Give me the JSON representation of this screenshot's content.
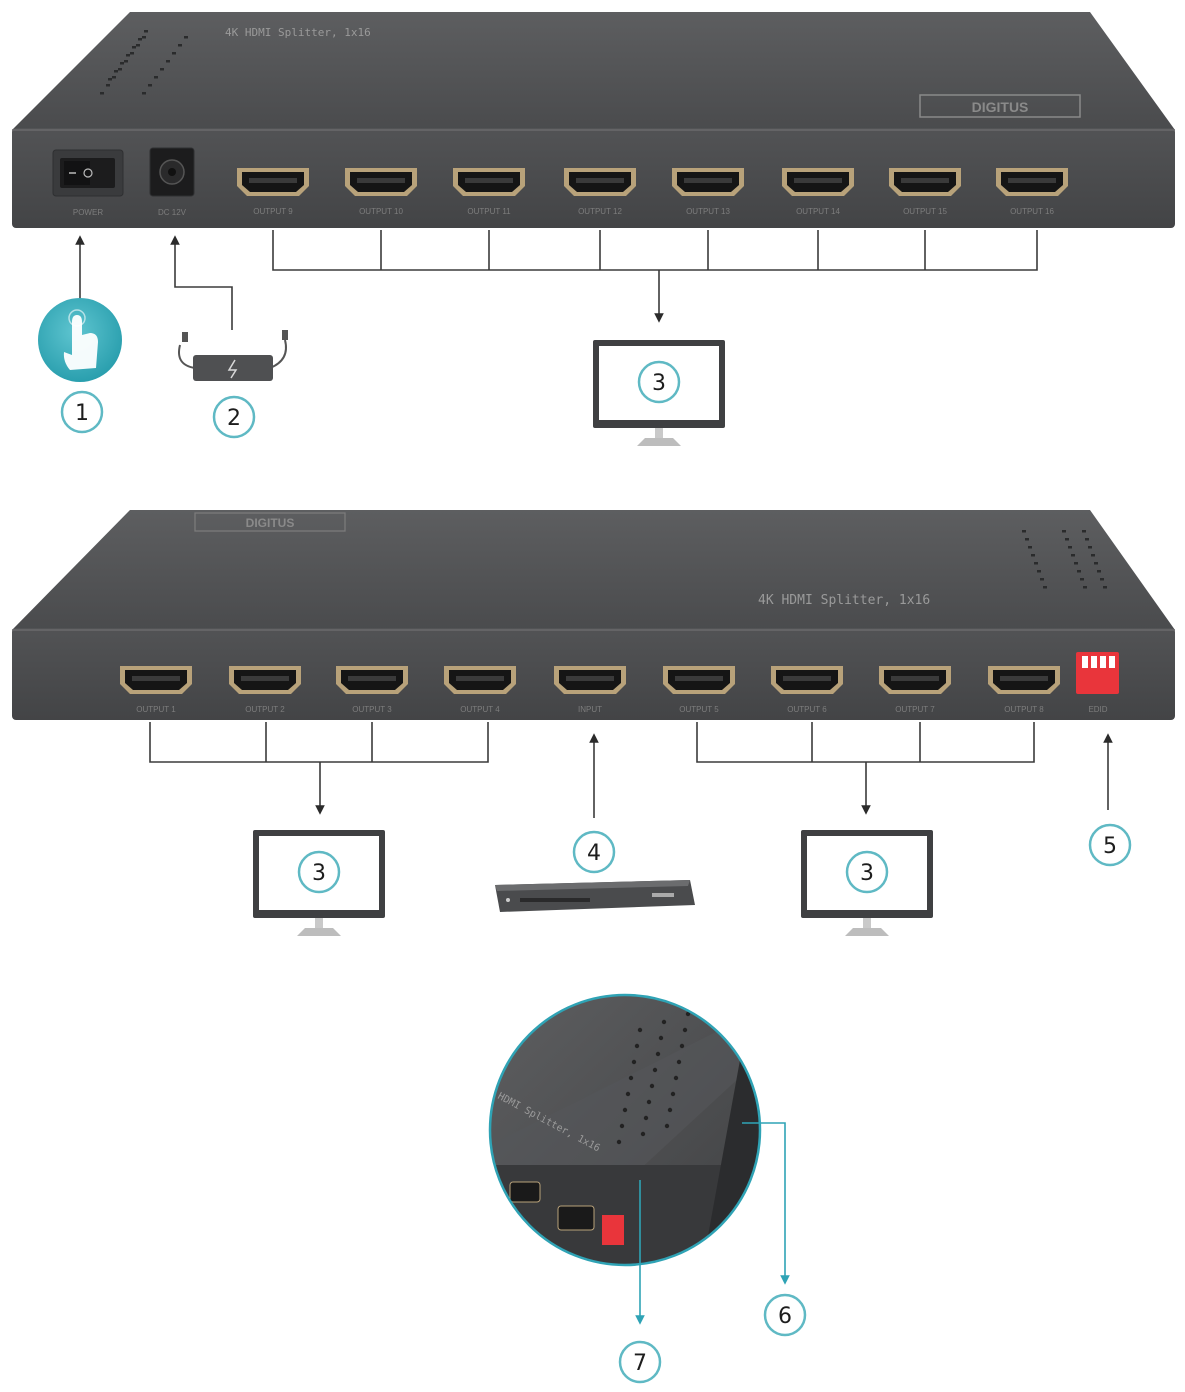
{
  "callouts": {
    "c1": "1",
    "c2": "2",
    "c3": "3",
    "c4": "4",
    "c5": "5",
    "c6": "6",
    "c7": "7"
  },
  "back_panel": {
    "brand": "DIGITUS",
    "title": "4K HDMI Splitter, 1x16",
    "power_label": "POWER",
    "dc_label": "DC 12V",
    "outputs": [
      "OUTPUT 9",
      "OUTPUT 10",
      "OUTPUT 11",
      "OUTPUT 12",
      "OUTPUT 13",
      "OUTPUT 14",
      "OUTPUT 15",
      "OUTPUT 16"
    ]
  },
  "front_panel": {
    "brand": "DIGITUS",
    "title": "4K HDMI Splitter, 1x16",
    "input_label": "INPUT",
    "edid_label": "EDID",
    "outputs_left": [
      "OUTPUT 1",
      "OUTPUT 2",
      "OUTPUT 3",
      "OUTPUT 4"
    ],
    "outputs_right": [
      "OUTPUT 5",
      "OUTPUT 6",
      "OUTPUT 7",
      "OUTPUT 8"
    ]
  },
  "zoom": {
    "label": "HDMI Splitter, 1x16"
  },
  "colors": {
    "device_face": "#4f5052",
    "device_top": "#5b5c5e",
    "hdmi_gold": "#b8a27a",
    "dip_red": "#e9353b",
    "accent_teal": "#2fa3b5",
    "callout_ring": "#5fb9c4",
    "line": "#3b3b3b"
  }
}
